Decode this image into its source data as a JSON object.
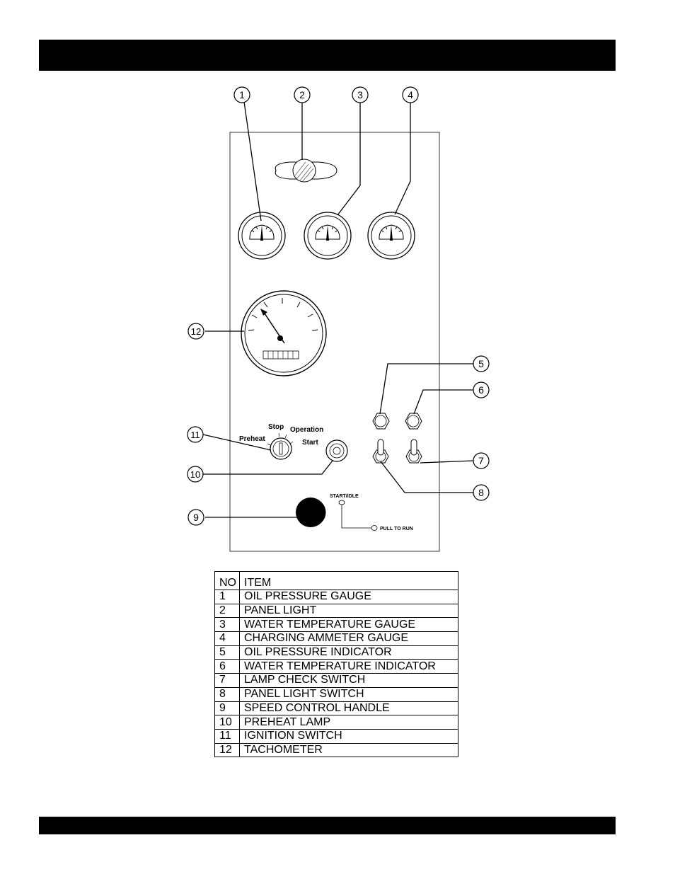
{
  "panel_labels": {
    "preheat": "Preheat",
    "stop": "Stop",
    "operation": "Operation",
    "start": "Start",
    "start_idle": "START/IDLE",
    "pull_to_run": "PULL TO RUN"
  },
  "callouts": [
    "1",
    "2",
    "3",
    "4",
    "5",
    "6",
    "7",
    "8",
    "9",
    "10",
    "11",
    "12"
  ],
  "legend": {
    "header_no": "NO",
    "header_item": "ITEM",
    "rows": [
      {
        "no": "1",
        "item": "OIL PRESSURE GAUGE"
      },
      {
        "no": "2",
        "item": "PANEL LIGHT"
      },
      {
        "no": "3",
        "item": "WATER TEMPERATURE GAUGE"
      },
      {
        "no": "4",
        "item": "CHARGING AMMETER GAUGE"
      },
      {
        "no": "5",
        "item": "OIL PRESSURE INDICATOR"
      },
      {
        "no": "6",
        "item": "WATER TEMPERATURE INDICATOR"
      },
      {
        "no": "7",
        "item": "LAMP CHECK SWITCH"
      },
      {
        "no": "8",
        "item": "PANEL LIGHT SWITCH"
      },
      {
        "no": "9",
        "item": "SPEED CONTROL HANDLE"
      },
      {
        "no": "10",
        "item": "PREHEAT LAMP"
      },
      {
        "no": "11",
        "item": "IGNITION SWITCH"
      },
      {
        "no": "12",
        "item": "TACHOMETER"
      }
    ]
  }
}
